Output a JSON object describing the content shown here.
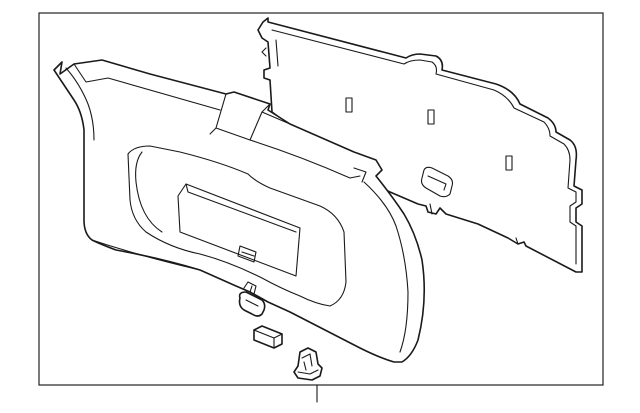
{
  "diagram": {
    "parts": [
      {
        "name": "liftgate-trim-panel"
      },
      {
        "name": "backing-panel"
      },
      {
        "name": "retainer-clip"
      },
      {
        "name": "push-fastener"
      },
      {
        "name": "hook-bracket"
      }
    ],
    "frame_visible": true,
    "callout_leader_visible": true,
    "line_color": "#1a1a1a",
    "background_color": "#ffffff"
  }
}
